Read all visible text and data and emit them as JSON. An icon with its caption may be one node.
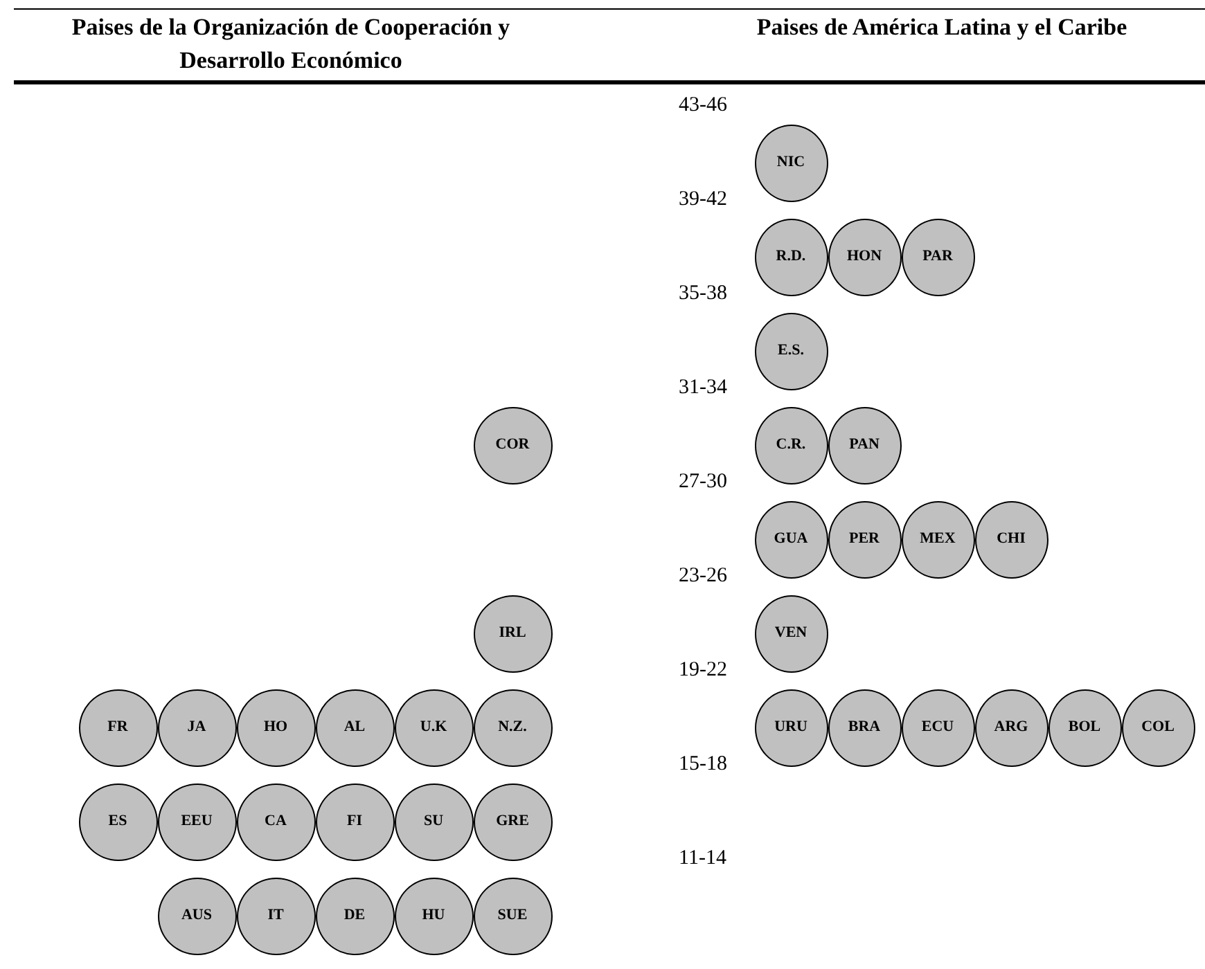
{
  "diagram": {
    "nodes": [
      {
        "text": [
          "NIC"
        ]
      },
      {
        "text": [
          "R.D."
        ]
      },
      {
        "text": [
          "HON"
        ]
      },
      {
        "text": [
          "PAR"
        ]
      },
      {
        "text": [
          "E.S."
        ]
      },
      {
        "text": [
          "COR"
        ]
      },
      {
        "text": [
          "C.R."
        ]
      },
      {
        "text": [
          "PAN"
        ]
      },
      {
        "text": [
          "GUA"
        ]
      },
      {
        "text": [
          "PER"
        ]
      },
      {
        "text": [
          "MEX"
        ]
      },
      {
        "text": [
          "CHI"
        ]
      },
      {
        "text": [
          "IRL"
        ]
      },
      {
        "text": [
          "VEN"
        ]
      },
      {
        "text": [
          "FR"
        ]
      },
      {
        "text": [
          "JA"
        ]
      },
      {
        "text": [
          "HO"
        ]
      },
      {
        "text": [
          "AL"
        ]
      },
      {
        "text": [
          "U.K"
        ]
      },
      {
        "text": [
          "N.Z."
        ]
      },
      {
        "text": [
          "URU"
        ]
      },
      {
        "text": [
          "BRA"
        ]
      },
      {
        "text": [
          "ECU"
        ]
      },
      {
        "text": [
          "ARG"
        ]
      },
      {
        "text": [
          "BOL"
        ]
      },
      {
        "text": [
          "COL"
        ]
      },
      {
        "text": [
          "ES"
        ]
      },
      {
        "text": [
          "EEU"
        ]
      },
      {
        "text": [
          "CA"
        ]
      },
      {
        "text": [
          "FI"
        ]
      },
      {
        "text": [
          "SU"
        ]
      },
      {
        "text": [
          "GRE"
        ]
      },
      {
        "text": [
          "AUS"
        ]
      },
      {
        "text": [
          "IT"
        ]
      },
      {
        "text": [
          "DE"
        ]
      },
      {
        "text": [
          "HU"
        ]
      },
      {
        "text": [
          "SUE"
        ]
      }
    ],
    "labels": [
      "Paises de la Organización de Cooperación y Desarrollo Económico",
      "Paises de América Latina y el Caribe",
      "43-46",
      "39-42",
      "35-38",
      "31-34",
      "27-30",
      "23-26",
      "19-22",
      "15-18",
      "11-14"
    ]
  }
}
